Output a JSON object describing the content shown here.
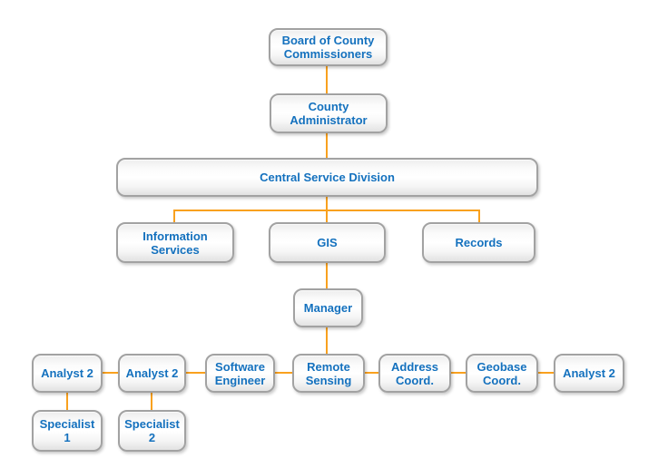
{
  "nodes": {
    "board": {
      "label": "Board of County\nCommissioners"
    },
    "county_administrator": {
      "label": "County\nAdministrator"
    },
    "central_service_division": {
      "label": "Central Service Division"
    },
    "information_services": {
      "label": "Information\nServices"
    },
    "gis": {
      "label": "GIS"
    },
    "records": {
      "label": "Records"
    },
    "manager": {
      "label": "Manager"
    },
    "analyst2_first": {
      "label": "Analyst 2"
    },
    "analyst2_second": {
      "label": "Analyst 2"
    },
    "software_engineer": {
      "label": "Software\nEngineer"
    },
    "remote_sensing": {
      "label": "Remote\nSensing"
    },
    "address_coordinator": {
      "label": "Address\nCoord."
    },
    "geobase_coordinator": {
      "label": "Geobase\nCoord."
    },
    "analyst2_third": {
      "label": "Analyst 2"
    },
    "specialist_1": {
      "label": "Specialist\n1"
    },
    "specialist_2": {
      "label": "Specialist\n2"
    }
  },
  "edges": [
    [
      "board",
      "county_administrator"
    ],
    [
      "county_administrator",
      "central_service_division"
    ],
    [
      "central_service_division",
      "information_services"
    ],
    [
      "central_service_division",
      "gis"
    ],
    [
      "central_service_division",
      "records"
    ],
    [
      "gis",
      "manager"
    ],
    [
      "manager",
      "remote_sensing"
    ],
    [
      "analyst2_first",
      "analyst2_second"
    ],
    [
      "analyst2_second",
      "software_engineer"
    ],
    [
      "software_engineer",
      "remote_sensing"
    ],
    [
      "remote_sensing",
      "address_coordinator"
    ],
    [
      "address_coordinator",
      "geobase_coordinator"
    ],
    [
      "geobase_coordinator",
      "analyst2_third"
    ],
    [
      "analyst2_first",
      "specialist_1"
    ],
    [
      "analyst2_second",
      "specialist_2"
    ]
  ],
  "colors": {
    "connector": "#F9A11E",
    "node_border": "#A2A2A2",
    "label_text": "#1471BE",
    "background": "#FFFFFF"
  }
}
